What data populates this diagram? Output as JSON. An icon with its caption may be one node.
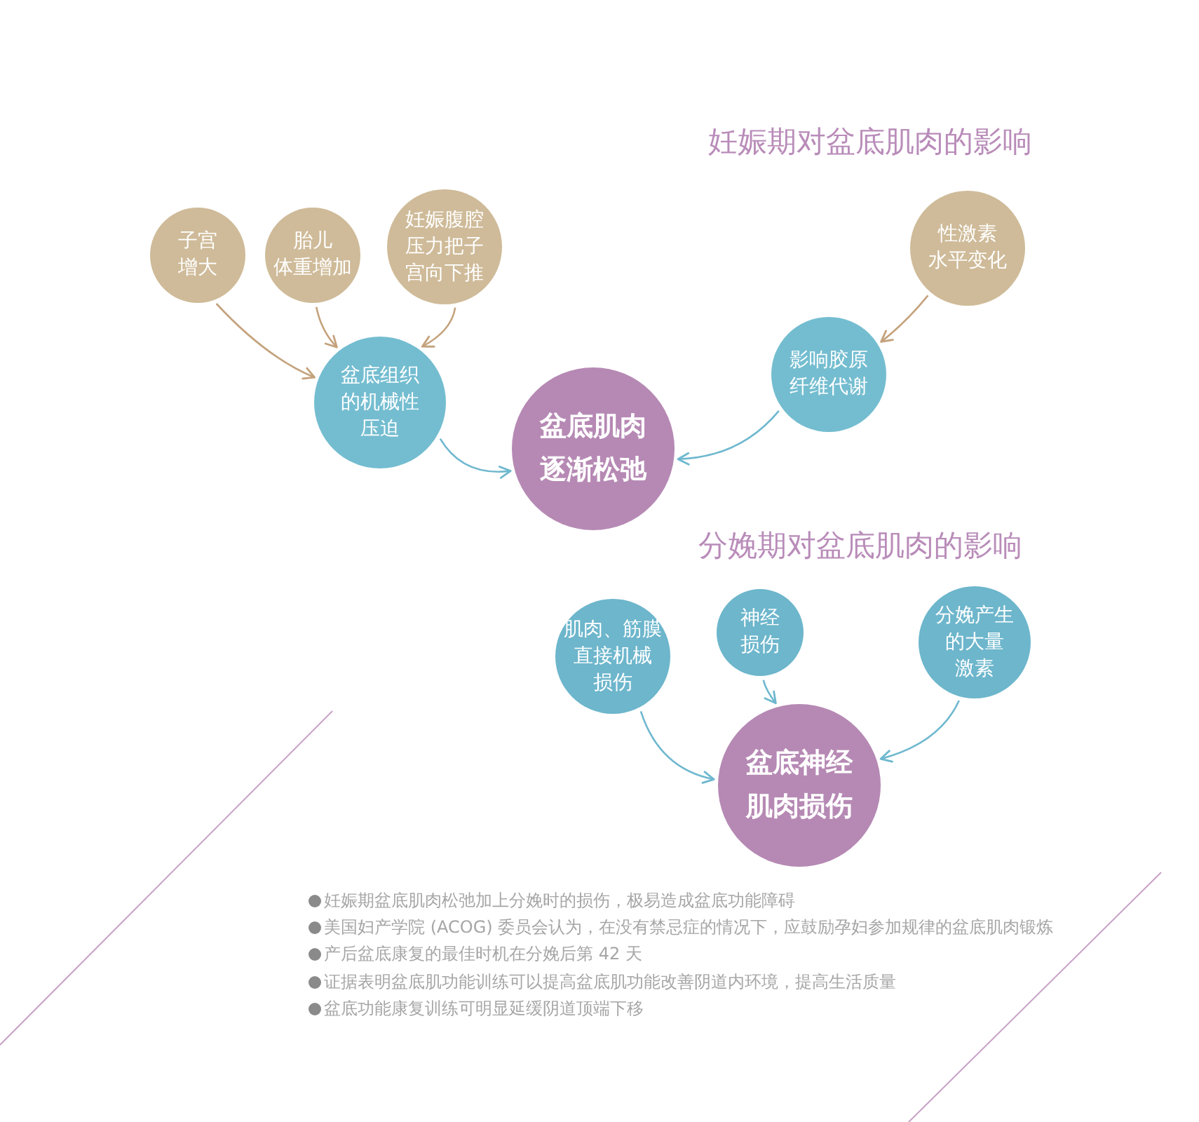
{
  "diagram": {
    "nodes": [
      {
        "text": [
          "子宫增大"
        ]
      },
      {
        "text": [
          "胎儿体重增加"
        ]
      },
      {
        "text": [
          "妊娠腹腔压力把子宫向下推"
        ]
      },
      {
        "text": [
          "盆底组织的机械性压迫"
        ]
      },
      {
        "text": [
          "盆底肌肉逐渐松弛"
        ]
      },
      {
        "text": [
          "性激素水平变化"
        ]
      },
      {
        "text": [
          "影响胶原纤维代谢"
        ]
      },
      {
        "text": [
          "肌肉、筋膜直接机械损伤"
        ]
      },
      {
        "text": [
          "神经损伤"
        ]
      },
      {
        "text": [
          "分娩产生的大量激素"
        ]
      },
      {
        "text": [
          "盆底神经肌肉损伤"
        ]
      }
    ],
    "edges": [
      {
        "from": 0,
        "to": 3,
        "arrow": "to",
        "color": "#c4a27c"
      },
      {
        "from": 1,
        "to": 3,
        "arrow": "to",
        "color": "#c4a27c"
      },
      {
        "from": 2,
        "to": 3,
        "arrow": "to",
        "color": "#c4a27c"
      },
      {
        "from": 3,
        "to": 4,
        "arrow": "to"
      },
      {
        "from": 5,
        "to": 6,
        "arrow": "to",
        "color": "#c4a27c"
      },
      {
        "from": 6,
        "to": 4,
        "arrow": "to"
      },
      {
        "from": 7,
        "to": 10,
        "arrow": "to"
      },
      {
        "from": 8,
        "to": 10,
        "arrow": "to"
      },
      {
        "from": 9,
        "to": 10,
        "arrow": "to"
      }
    ],
    "labels": [
      "妊娠期对盆底肌肉的影响",
      "分娩期对盆底肌肉的影响",
      "妊娠期盆底肌肉松弛加上分娩时的损伤，极易造成盆底功能障碍",
      "美国妇产学院 (ACOG) 委员会认为，在没有禁忌症的情况下，应鼓励孕妇参加规律的盆底肌肉锻炼",
      "产后盆底康复的最佳时机在分娩后第 42 天",
      "证据表明盆底肌功能训练可以提高盆底肌功能改善阴道内环境，提高生活质量",
      "盆底功能康复训练可明显延缓阴道顶端下移"
    ]
  }
}
